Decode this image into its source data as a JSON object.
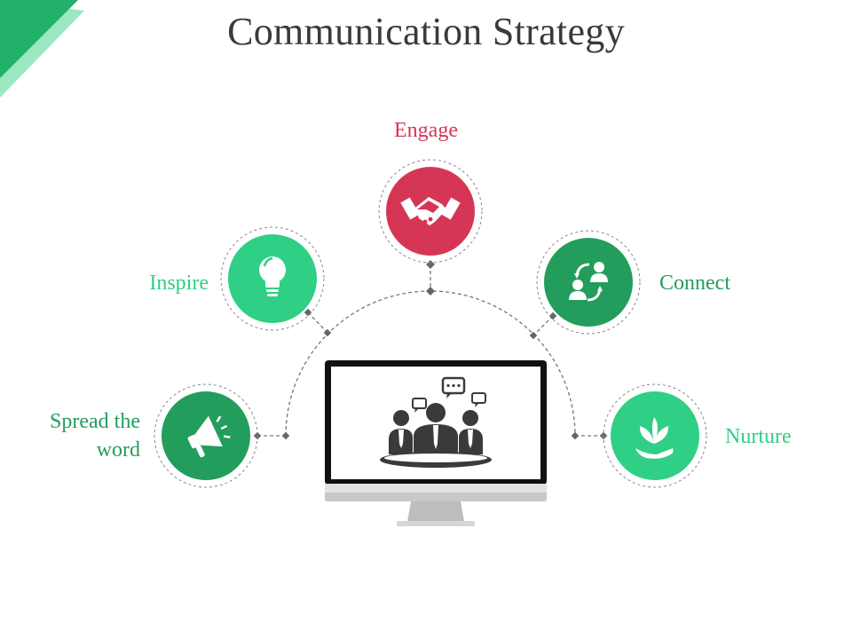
{
  "slide": {
    "title": "Communication Strategy"
  },
  "nodes": [
    {
      "id": "engage",
      "label": "Engage",
      "icon": "handshake-icon",
      "color": "#d63656"
    },
    {
      "id": "inspire",
      "label": "Inspire",
      "icon": "lightbulb-icon",
      "color": "#2fcf85"
    },
    {
      "id": "connect",
      "label": "Connect",
      "icon": "people-exchange-icon",
      "color": "#229d5c"
    },
    {
      "id": "spread",
      "label": "Spread the word",
      "icon": "megaphone-icon",
      "color": "#229d5c"
    },
    {
      "id": "nurture",
      "label": "Nurture",
      "icon": "plant-hand-icon",
      "color": "#2fcf85"
    }
  ],
  "center": {
    "icon": "monitor-meeting-icon"
  },
  "colors": {
    "accent_dark": "#1faa63",
    "accent_light": "#8be0b6",
    "title": "#3a3a3a",
    "connector": "#777777"
  }
}
